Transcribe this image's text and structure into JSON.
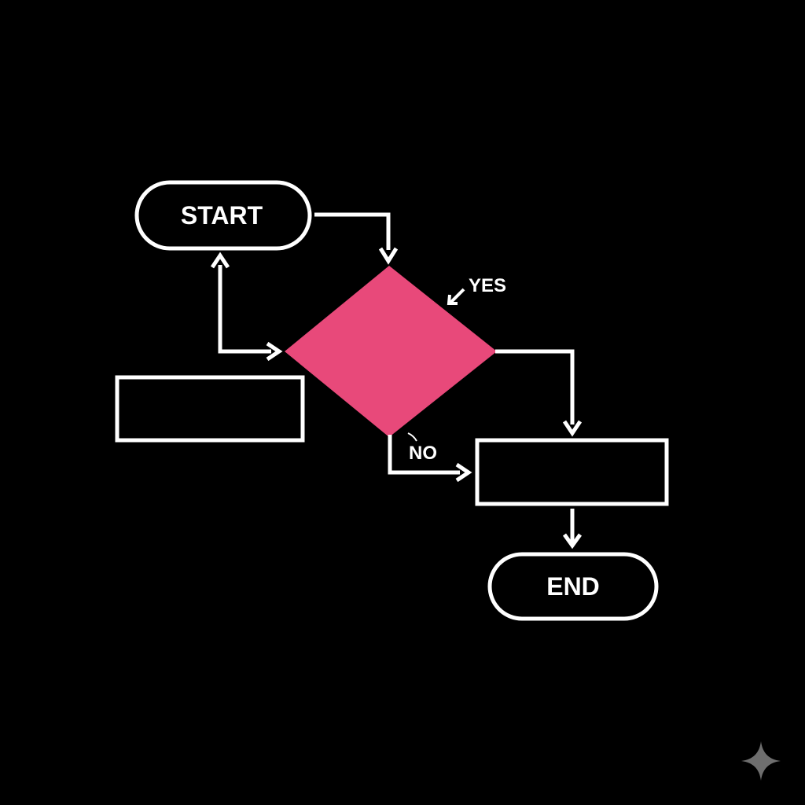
{
  "diagram": {
    "type": "flowchart",
    "nodes": {
      "start": {
        "shape": "terminal",
        "label": "START"
      },
      "decision": {
        "shape": "diamond",
        "label": ""
      },
      "process_left": {
        "shape": "rectangle",
        "label": ""
      },
      "process_right": {
        "shape": "rectangle",
        "label": ""
      },
      "end": {
        "shape": "terminal",
        "label": "END"
      }
    },
    "edges": [
      {
        "from": "start",
        "to": "decision",
        "label": ""
      },
      {
        "from": "decision",
        "to": "start",
        "label": ""
      },
      {
        "from": "decision",
        "to": "process_right",
        "label": "YES"
      },
      {
        "from": "decision",
        "to": "process_right",
        "label": "NO"
      },
      {
        "from": "process_right",
        "to": "end",
        "label": ""
      }
    ],
    "labels": {
      "yes": "YES",
      "no": "NO"
    }
  },
  "colors": {
    "background": "#000000",
    "stroke": "#ffffff",
    "decision_fill": "#e8497a",
    "sparkle": "#6e6e6e"
  },
  "icons": {
    "watermark": "sparkle-icon"
  }
}
